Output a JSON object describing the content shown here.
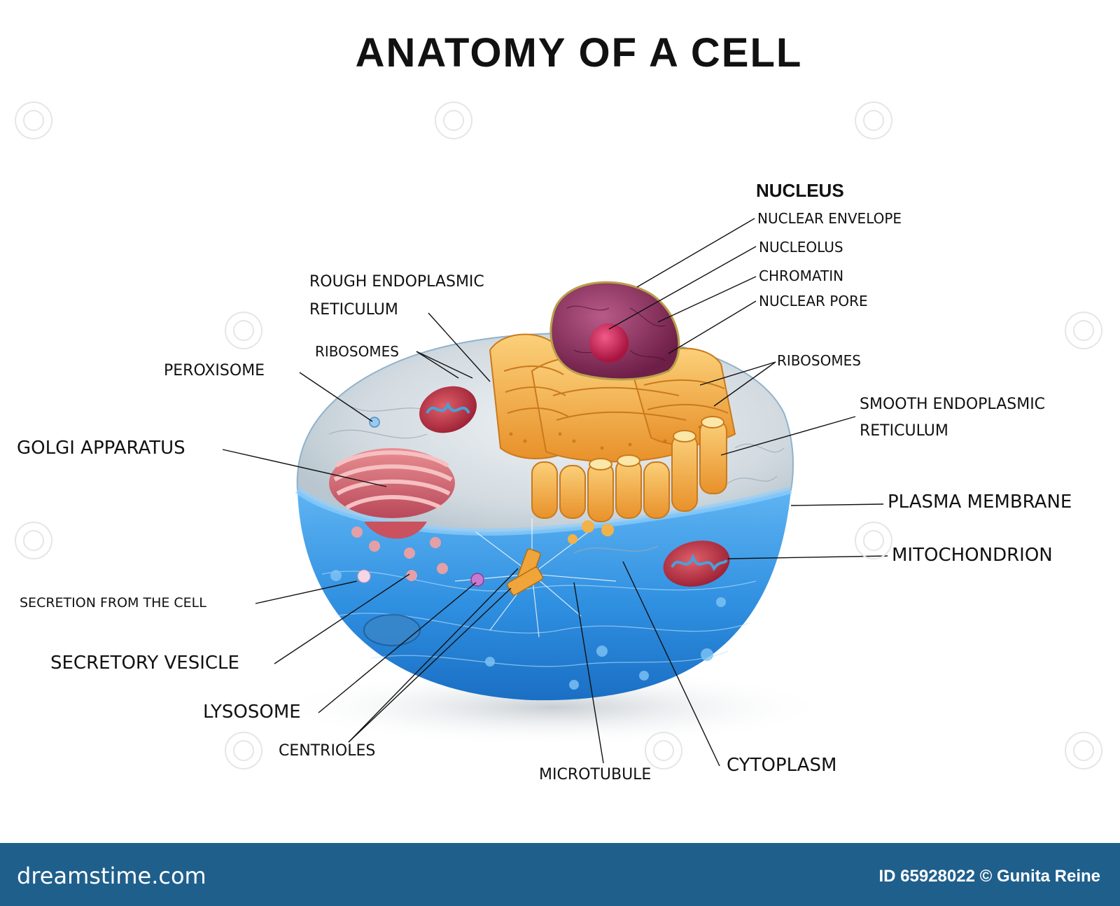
{
  "title": "ANATOMY OF A CELL",
  "labels": {
    "nucleus": "NUCLEUS",
    "nuclear_envelope": "NUCLEAR ENVELOPE",
    "nucleolus": "NUCLEOLUS",
    "chromatin": "CHROMATIN",
    "nuclear_pore": "NUCLEAR PORE",
    "rough_er_1": "ROUGH ENDOPLASMIC",
    "rough_er_2": "RETICULUM",
    "ribosomes_left": "RIBOSOMES",
    "ribosomes_right": "RIBOSOMES",
    "peroxisome": "PEROXISOME",
    "golgi": "GOLGI APPARATUS",
    "smooth_er_1": "SMOOTH ENDOPLASMIC",
    "smooth_er_2": "RETICULUM",
    "plasma_membrane": "PLASMA MEMBRANE",
    "mitochondrion": "MITOCHONDRION",
    "secretion": "SECRETION FROM THE CELL",
    "secretory_vesicle": "SECRETORY VESICLE",
    "lysosome": "LYSOSOME",
    "centrioles": "CENTRIOLES",
    "microtubule": "MICROTUBULE",
    "cytoplasm": "CYTOPLASM"
  },
  "footer": {
    "brand": "dreamstime.com",
    "credit": "ID 65928022 © Gunita Reine"
  },
  "colors": {
    "cell_blue": "#2f8fe0",
    "cytoplasm_gray": "#d6dde2",
    "er_orange": "#f0a53a",
    "nucleus_purple": "#8a2f5e",
    "nucleolus_pink": "#c8265a",
    "golgi_pink": "#d9727a",
    "mitochondrion_red": "#c0394a",
    "footer_blue": "#1f5f8c"
  }
}
